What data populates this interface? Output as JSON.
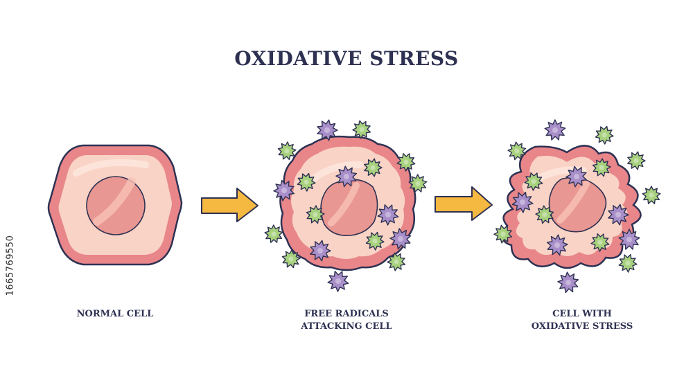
{
  "title": "OXIDATIVE STRESS",
  "stages": [
    {
      "label": "NORMAL CELL"
    },
    {
      "label": "FREE RADICALS\nATTACKING CELL"
    },
    {
      "label": "CELL WITH\nOXIDATIVE STRESS"
    }
  ],
  "stock_id": "1665769550",
  "colors": {
    "outline": "#2e3152",
    "cell_membrane": "#e8868a",
    "cytoplasm": "#f9cfc2",
    "nucleus": "#e89792",
    "arrow": "#f5b841",
    "radical_green": "#a8d17e",
    "radical_purple": "#a98fc9"
  }
}
